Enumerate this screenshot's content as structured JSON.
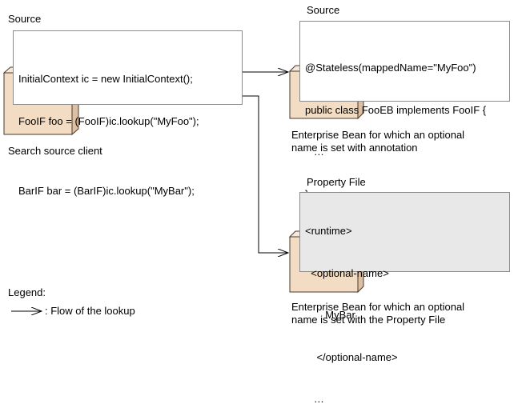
{
  "client": {
    "title": "Source",
    "code_lines": [
      "InitialContext ic = new InitialContext();",
      "FooIF foo = (FooIF)ic.lookup(\"MyFoo\");",
      "",
      "BarIF bar = (BarIF)ic.lookup(\"MyBar\");"
    ],
    "caption": "Search source client"
  },
  "bean_annotation": {
    "title": "Source",
    "code_lines": [
      "@Stateless(mappedName=\"MyFoo\")",
      "public class FooEB implements FooIF {",
      "   …",
      "}"
    ],
    "caption_lines": [
      "Enterprise Bean for which an optional",
      "name is set with annotation"
    ]
  },
  "bean_property": {
    "title": "Property File",
    "code_lines": [
      "<runtime>",
      "  <optional-name>",
      "       MyBar",
      "    </optional-name>",
      "   …"
    ],
    "caption_lines": [
      "Enterprise Bean for which an optional",
      "name is set with the Property File"
    ]
  },
  "legend": {
    "title": "Legend:",
    "flow_label": ": Flow of the lookup"
  },
  "colors": {
    "cube_front": "#f2dcc4",
    "cube_top": "#f7e9da",
    "cube_side": "#dcc0a3",
    "cube_edge": "#4a3a2a",
    "box_border": "#8c8c8c",
    "property_bg": "#e8e8e8"
  }
}
